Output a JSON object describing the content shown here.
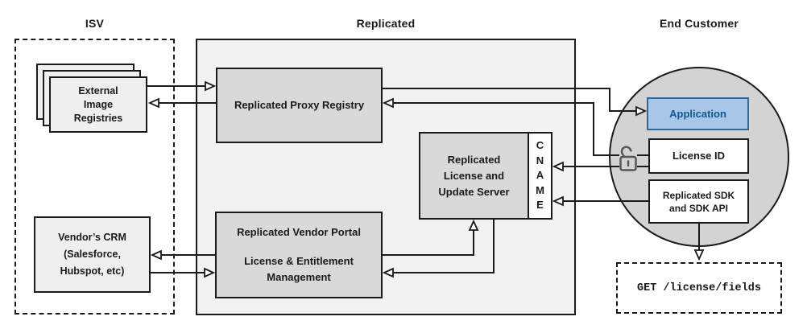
{
  "sections": {
    "isv": {
      "title": "ISV"
    },
    "replicated": {
      "title": "Replicated"
    },
    "end_customer": {
      "title": "End Customer"
    }
  },
  "nodes": {
    "external_registries": {
      "line1": "External",
      "line2": "Image",
      "line3": "Registries"
    },
    "vendors_crm": {
      "line1": "Vendor’s CRM",
      "line2": "(Salesforce,",
      "line3": "Hubspot, etc)"
    },
    "proxy_registry": {
      "label": "Replicated Proxy Registry"
    },
    "vendor_portal": {
      "title": "Replicated Vendor Portal",
      "subtitle1": "License & Entitlement",
      "subtitle2": "Management"
    },
    "license_update_server": {
      "line1": "Replicated",
      "line2": "License and",
      "line3": "Update Server"
    },
    "cname": {
      "letters": [
        "C",
        "N",
        "A",
        "M",
        "E"
      ]
    },
    "application": {
      "label": "Application"
    },
    "license_id": {
      "label": "License ID"
    },
    "sdk": {
      "line1": "Replicated SDK",
      "line2": "and SDK API"
    },
    "get_endpoint": {
      "label": "GET /license/fields"
    }
  },
  "icons": {
    "lock": "unlocked-padlock-icon"
  },
  "colors": {
    "node_gray": "#d9d9d9",
    "container_gray": "#f2f2f2",
    "circle_gray": "#d3d3d3",
    "light_node": "#efefef",
    "app_fill": "#a8c7e8",
    "app_border": "#2a6aa0",
    "app_text": "#15548c",
    "line_black": "#1a1a1a",
    "lock_gray": "#555555"
  }
}
